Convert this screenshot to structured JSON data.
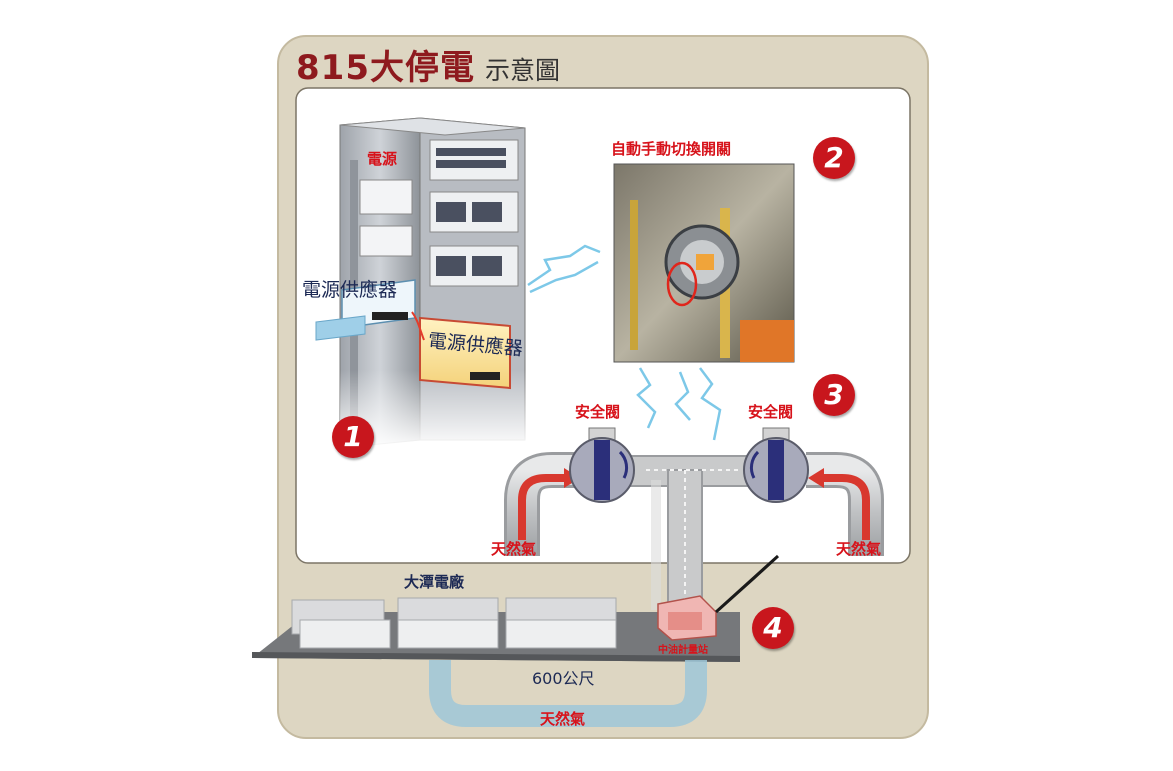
{
  "title": {
    "main": "815大停電",
    "sub": "示意圖"
  },
  "labels": {
    "power_source": "電源",
    "power_supply_1": "電源供應器",
    "power_supply_2": "電源供應器",
    "auto_manual_switch": "自動手動切換開關",
    "safety_valve_left": "安全閥",
    "safety_valve_right": "安全閥",
    "natural_gas_left": "天然氣",
    "natural_gas_right": "天然氣",
    "natural_gas_bottom": "天然氣",
    "power_plant": "大潭電廠",
    "metering_station": "中油計量站",
    "distance": "600公尺"
  },
  "steps": [
    "1",
    "2",
    "3",
    "4"
  ],
  "colors": {
    "frame_bg": "#ddd6c2",
    "frame_border": "#b9af94",
    "title_red": "#8e1a1e",
    "label_red": "#d7131b",
    "badge_red": "#c8161d",
    "pipe_grey": "#c9cacb",
    "valve_navy": "#2b2f7a",
    "gas_arrow": "#d8382e",
    "underground_pipe": "#9fc7d8"
  }
}
